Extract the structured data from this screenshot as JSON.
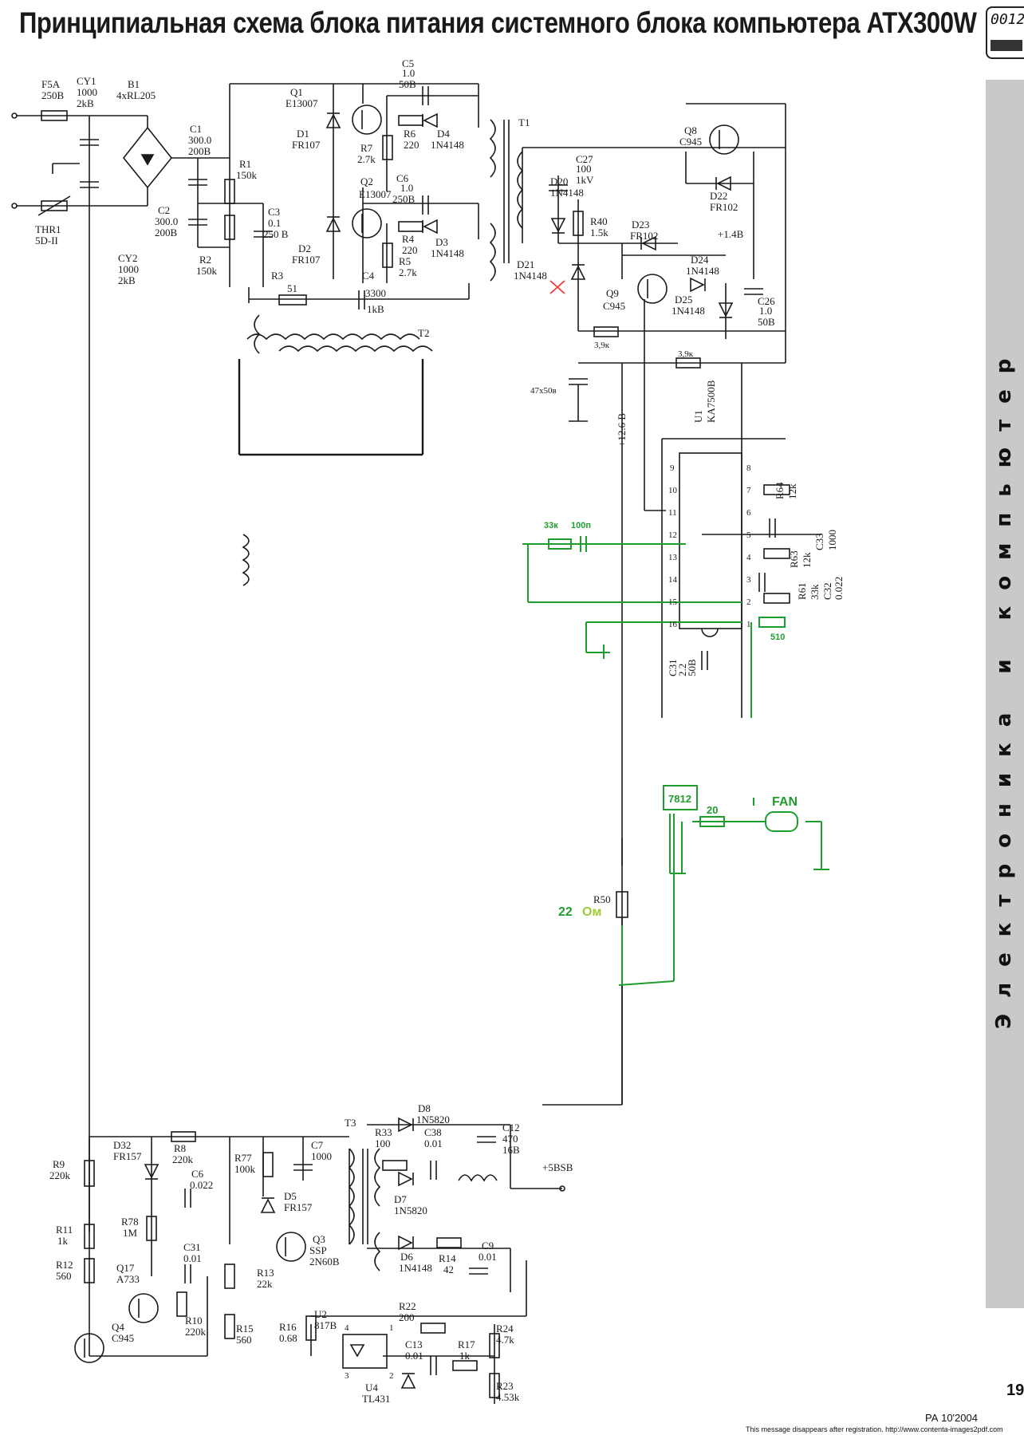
{
  "title": "Принципиальная схема блока питания системного блока компьютера ATX300W",
  "side_label": "Электроника и компьютер",
  "issue_badge": "0012",
  "page_number": "19",
  "footer": {
    "publication": "РА 10'2004",
    "registration_notice": "This message disappears after registration. http://www.contenta-images2pdf.com"
  },
  "colors": {
    "ink": "#1a1a1a",
    "mod_green": "#1f9d2f",
    "side_strip": "#c9c9c9"
  },
  "components": [
    {
      "id": "F5A",
      "label": "F5A",
      "value": "250В"
    },
    {
      "id": "CY1",
      "label": "CY1",
      "value": "1000",
      "value2": "2kB"
    },
    {
      "id": "B1",
      "label": "B1",
      "value": "4xRL205"
    },
    {
      "id": "THR1",
      "label": "THR1",
      "value": "5D-II"
    },
    {
      "id": "CY2",
      "label": "CY2",
      "value": "1000",
      "value2": "2kB"
    },
    {
      "id": "C1",
      "label": "C1",
      "value": "300.0",
      "value2": "200В"
    },
    {
      "id": "C2",
      "label": "C2",
      "value": "300.0",
      "value2": "200В"
    },
    {
      "id": "R1",
      "label": "R1",
      "value": "150k"
    },
    {
      "id": "R2",
      "label": "R2",
      "value": "150k"
    },
    {
      "id": "C3",
      "label": "C3",
      "value": "0.1",
      "value2": "250 В"
    },
    {
      "id": "Q1",
      "label": "Q1",
      "value": "E13007"
    },
    {
      "id": "Q2",
      "label": "Q2",
      "value": "E13007"
    },
    {
      "id": "D1",
      "label": "D1",
      "value": "FR107"
    },
    {
      "id": "D2",
      "label": "D2",
      "value": "FR107"
    },
    {
      "id": "C5",
      "label": "C5",
      "value": "1.0",
      "value2": "50В"
    },
    {
      "id": "C6",
      "label": "C6",
      "value": "1.0",
      "value2": "250В"
    },
    {
      "id": "R6",
      "label": "R6",
      "value": "220"
    },
    {
      "id": "R7",
      "label": "R7",
      "value": "2.7k"
    },
    {
      "id": "D4",
      "label": "D4",
      "value": "1N4148"
    },
    {
      "id": "R4",
      "label": "R4",
      "value": "220"
    },
    {
      "id": "R5",
      "label": "R5",
      "value": "2.7k"
    },
    {
      "id": "D3",
      "label": "D3",
      "value": "1N4148"
    },
    {
      "id": "R3",
      "label": "R3",
      "value": "51"
    },
    {
      "id": "C4",
      "label": "C4",
      "value": "3300",
      "value2": "1kB"
    },
    {
      "id": "T1",
      "label": "T1"
    },
    {
      "id": "T2",
      "label": "T2"
    },
    {
      "id": "T3",
      "label": "T3"
    },
    {
      "id": "Q8",
      "label": "Q8",
      "value": "C945"
    },
    {
      "id": "D22",
      "label": "D22",
      "value": "FR102"
    },
    {
      "id": "C27",
      "label": "C27",
      "value": "100",
      "value2": "1kV"
    },
    {
      "id": "D20",
      "label": "D20",
      "value": "1N4148"
    },
    {
      "id": "R40",
      "label": "R40",
      "value": "1.5k"
    },
    {
      "id": "D23",
      "label": "D23",
      "value": "FR102"
    },
    {
      "id": "D21",
      "label": "D21",
      "value": "1N4148"
    },
    {
      "id": "D24",
      "label": "D24",
      "value": "1N4148"
    },
    {
      "id": "D25",
      "label": "D25",
      "value": "1N4148"
    },
    {
      "id": "Q9",
      "label": "Q9",
      "value": "C945"
    },
    {
      "id": "C26",
      "label": "C26",
      "value": "1.0",
      "value2": "50В"
    },
    {
      "id": "U1",
      "label": "U1",
      "value": "KA7500B"
    },
    {
      "id": "R64",
      "label": "R64",
      "value": "12k"
    },
    {
      "id": "C33",
      "label": "C33",
      "value": "1000"
    },
    {
      "id": "R63",
      "label": "R63",
      "value": "12k"
    },
    {
      "id": "R61",
      "label": "R61",
      "value": "33k"
    },
    {
      "id": "C32",
      "label": "C32",
      "value": "0.022"
    },
    {
      "id": "C31top",
      "label": "C31",
      "value": "2.2",
      "value2": "50В"
    },
    {
      "id": "R50",
      "label": "R50"
    },
    {
      "id": "D8",
      "label": "D8",
      "value": "1N5820"
    },
    {
      "id": "C38",
      "label": "C38",
      "value": "0.01"
    },
    {
      "id": "R33",
      "label": "R33",
      "value": "100"
    },
    {
      "id": "C12",
      "label": "C12",
      "value": "470",
      "value2": "16В"
    },
    {
      "id": "D7",
      "label": "D7",
      "value": "1N5820"
    },
    {
      "id": "D6",
      "label": "D6",
      "value": "1N4148"
    },
    {
      "id": "R14",
      "label": "R14",
      "value": "42"
    },
    {
      "id": "C9",
      "label": "C9",
      "value": "0.01"
    },
    {
      "id": "R9",
      "label": "R9",
      "value": "220k"
    },
    {
      "id": "D32",
      "label": "D32",
      "value": "FR157"
    },
    {
      "id": "R8",
      "label": "R8",
      "value": "220k"
    },
    {
      "id": "C6b",
      "label": "C6",
      "value": "0.022"
    },
    {
      "id": "R77",
      "label": "R77",
      "value": "100k"
    },
    {
      "id": "C7",
      "label": "C7",
      "value": "1000"
    },
    {
      "id": "D5",
      "label": "D5",
      "value": "FR157"
    },
    {
      "id": "R11",
      "label": "R11",
      "value": "1k"
    },
    {
      "id": "R78",
      "label": "R78",
      "value": "1M"
    },
    {
      "id": "Q3",
      "label": "Q3",
      "value": "SSP",
      "value2": "2N60B"
    },
    {
      "id": "R12",
      "label": "R12",
      "value": "560"
    },
    {
      "id": "Q17",
      "label": "Q17",
      "value": "A733"
    },
    {
      "id": "C31b",
      "label": "C31",
      "value": "0.01"
    },
    {
      "id": "R13",
      "label": "R13",
      "value": "22k"
    },
    {
      "id": "R10",
      "label": "R10",
      "value": "220k"
    },
    {
      "id": "Q4",
      "label": "Q4",
      "value": "C945"
    },
    {
      "id": "R15",
      "label": "R15",
      "value": "560"
    },
    {
      "id": "R16",
      "label": "R16",
      "value": "0.68"
    },
    {
      "id": "U2",
      "label": "U2",
      "value": "817B"
    },
    {
      "id": "R22",
      "label": "R22",
      "value": "200"
    },
    {
      "id": "C13",
      "label": "C13",
      "value": "0.01"
    },
    {
      "id": "R17",
      "label": "R17",
      "value": "1k"
    },
    {
      "id": "R24",
      "label": "R24",
      "value": "4.7k"
    },
    {
      "id": "U4",
      "label": "U4",
      "value": "TL431"
    },
    {
      "id": "R23",
      "label": "R23",
      "value": "4.53k"
    }
  ],
  "net_labels": {
    "v14": "+1.4В",
    "v126": "+12.6 В",
    "v5bsb": "+5BSB",
    "r39k_a": "3,9к",
    "r39k_b": "3,9к",
    "c47": "47x50в",
    "u2_pin4": "4",
    "u2_pin3": "3",
    "u4_pin1": "1",
    "u4_pin2": "2"
  },
  "ic_pins": {
    "left": [
      "9",
      "10",
      "11",
      "12",
      "13",
      "14",
      "15",
      "16"
    ],
    "right": [
      "8",
      "7",
      "6",
      "5",
      "4",
      "3",
      "2",
      "1"
    ]
  },
  "modifications": {
    "r33k": "33к",
    "c100n": "100п",
    "r510": "510",
    "reg": "7812",
    "r20": "20",
    "fan": "FAN",
    "r50_value": "22",
    "r50_unit": "Ом"
  }
}
